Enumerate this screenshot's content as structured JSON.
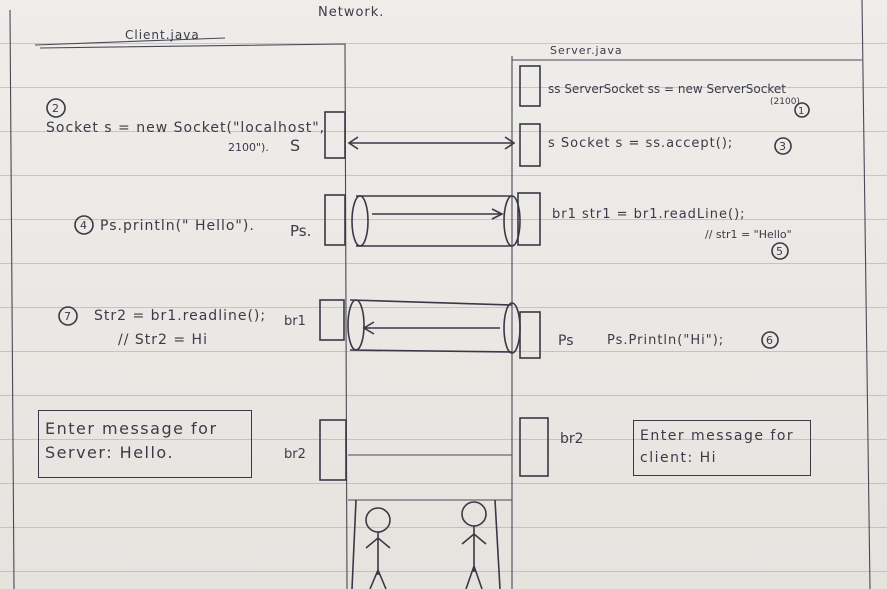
{
  "page": {
    "network_label": "Network.",
    "client_label": "Client.java",
    "server_label": "Server.java"
  },
  "server": {
    "ss_line": "ss ServerSocket ss = new ServerSocket",
    "ss_port": "(2100)",
    "step1": "1",
    "s_line": "s Socket s = ss.accept();",
    "step3": "3",
    "br1_line": "br1 str1 = br1.readLine();",
    "str1_comment": "// str1 = \"Hello\"",
    "step5a": "5",
    "ps_label": "Ps",
    "ps_line": "Ps.Println(\"Hi\");",
    "step6": "6",
    "br2_label": "br2",
    "message_line1": "Enter message for",
    "message_line2": "client: Hi"
  },
  "client": {
    "step2": "2",
    "socket_line": "Socket s = new Socket(\"localhost\",",
    "socket_port": "2100\").",
    "s_label": "S",
    "step4": "4",
    "ps_line": "Ps.println(\" Hello\").",
    "ps_label": "Ps.",
    "step7": "7",
    "str2_line": "Str2 = br1.readline();",
    "br1_label": "br1",
    "str2_comment": "// Str2 = Hi",
    "br2_label": "br2",
    "message_line1": "Enter message for",
    "message_line2": "Server: Hello."
  }
}
